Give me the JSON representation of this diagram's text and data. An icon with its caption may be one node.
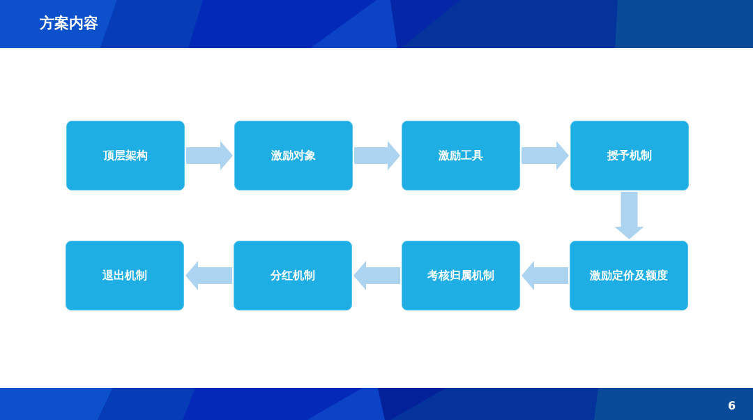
{
  "diagram": {
    "title": "方案内容",
    "nodes": [
      {
        "text": [
          "顶层架构"
        ]
      },
      {
        "text": [
          "激励对象"
        ]
      },
      {
        "text": [
          "激励工具"
        ]
      },
      {
        "text": [
          "授予机制"
        ]
      },
      {
        "text": [
          "激励定价及额度"
        ]
      },
      {
        "text": [
          "考核归属机制"
        ]
      },
      {
        "text": [
          "分红机制"
        ]
      },
      {
        "text": [
          "退出机制"
        ]
      }
    ],
    "edges": [
      {
        "from": 0,
        "to": 1,
        "arrow": "to"
      },
      {
        "from": 1,
        "to": 2,
        "arrow": "to"
      },
      {
        "from": 2,
        "to": 3,
        "arrow": "to"
      },
      {
        "from": 3,
        "to": 4,
        "arrow": "to"
      },
      {
        "from": 4,
        "to": 5,
        "arrow": "to"
      },
      {
        "from": 5,
        "to": 6,
        "arrow": "to"
      },
      {
        "from": 6,
        "to": 7,
        "arrow": "to"
      }
    ],
    "labels": [
      "6"
    ]
  }
}
